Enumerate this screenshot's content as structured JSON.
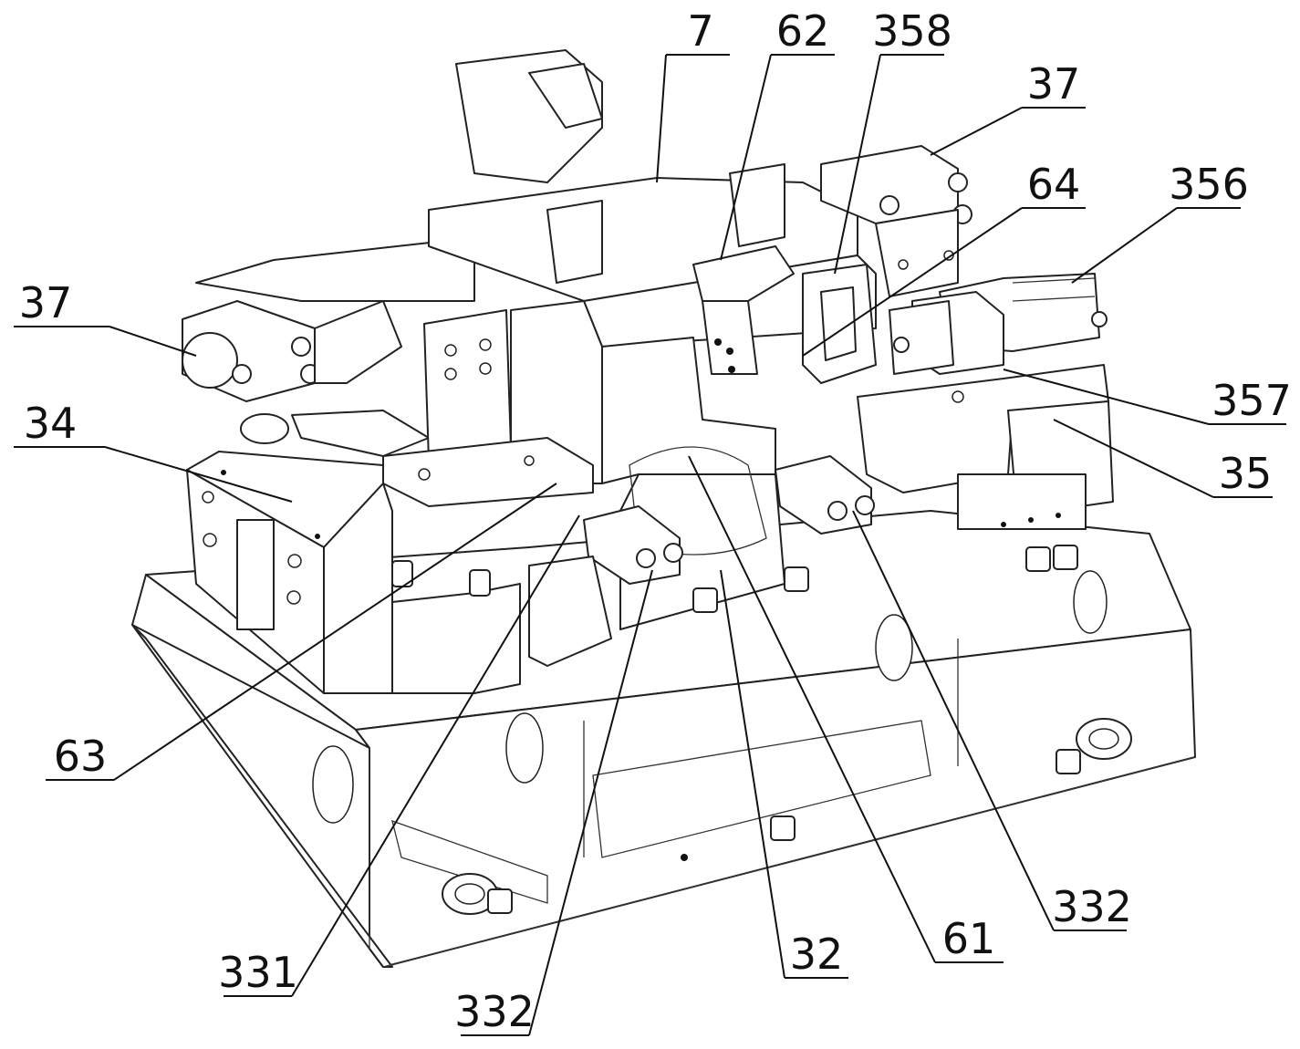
{
  "labels": [
    {
      "id": "7",
      "text": "7"
    },
    {
      "id": "62",
      "text": "62"
    },
    {
      "id": "358",
      "text": "358"
    },
    {
      "id": "37_top",
      "text": "37"
    },
    {
      "id": "64",
      "text": "64"
    },
    {
      "id": "356",
      "text": "356"
    },
    {
      "id": "37_left",
      "text": "37"
    },
    {
      "id": "357",
      "text": "357"
    },
    {
      "id": "34",
      "text": "34"
    },
    {
      "id": "35",
      "text": "35"
    },
    {
      "id": "63",
      "text": "63"
    },
    {
      "id": "332_right",
      "text": "332"
    },
    {
      "id": "61",
      "text": "61"
    },
    {
      "id": "32",
      "text": "32"
    },
    {
      "id": "331",
      "text": "331"
    },
    {
      "id": "332_bottom",
      "text": "332"
    }
  ]
}
